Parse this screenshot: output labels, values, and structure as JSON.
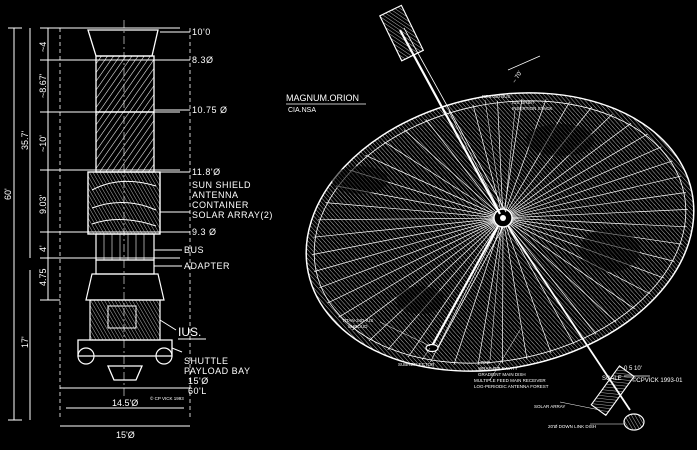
{
  "left_drawing": {
    "diameters": [
      "10'0",
      "8.3Ø",
      "10.75 Ø",
      "11.8'Ø",
      "9.3 Ø"
    ],
    "overall_height": "60'",
    "upper_section_height": "35.7'",
    "vertical_dims": [
      "~4",
      "~8.67'",
      "~10'",
      "9.03'",
      "4'",
      "4.75",
      "17'"
    ],
    "labels": {
      "sun_shield": "SUN SHIELD",
      "antenna": "ANTENNA",
      "container": "CONTAINER",
      "solar_array": "SOLAR ARRAY(2)",
      "bus": "BUS",
      "adapter": "ADAPTER",
      "ius": "IUS.",
      "shuttle": "SHUTTLE",
      "payload_bay": "PAYLOAD BAY",
      "bay_diameter": "15'Ø",
      "bay_length": "60'L"
    },
    "bottom_dims": [
      "14.5'Ø",
      "15'Ø"
    ],
    "signature": "© CP VICK 1993"
  },
  "right_drawing": {
    "title": "MAGNUM.ORION",
    "subtitle": "CIA.NSA",
    "callouts": {
      "bus": "RES.050 BUS",
      "ius_stack": "IUS ORBIT",
      "ius_stack2": "INSERTION STACK",
      "titan": "TITAN-34D-IUS",
      "titan2": "SHROUD",
      "subreflector": "SUBREFLECTOR",
      "dish_size": "~70'Ø",
      "wrap": "WRAP-RIB CAVITY",
      "gradient": "GRADIENT MAIN DISH",
      "feed": "MULTIPLE FEED MAIN RECEIVER",
      "log": "LOG-PERIODIC ANTENNA FOREST",
      "solar": "SOLAR ARRAY",
      "downlink": "20'Ø DOWN LINK DISH"
    },
    "scale_label": "SCALE",
    "scale_marks": "0 5 10'",
    "copyright": "©CPVICK 1993-01"
  }
}
